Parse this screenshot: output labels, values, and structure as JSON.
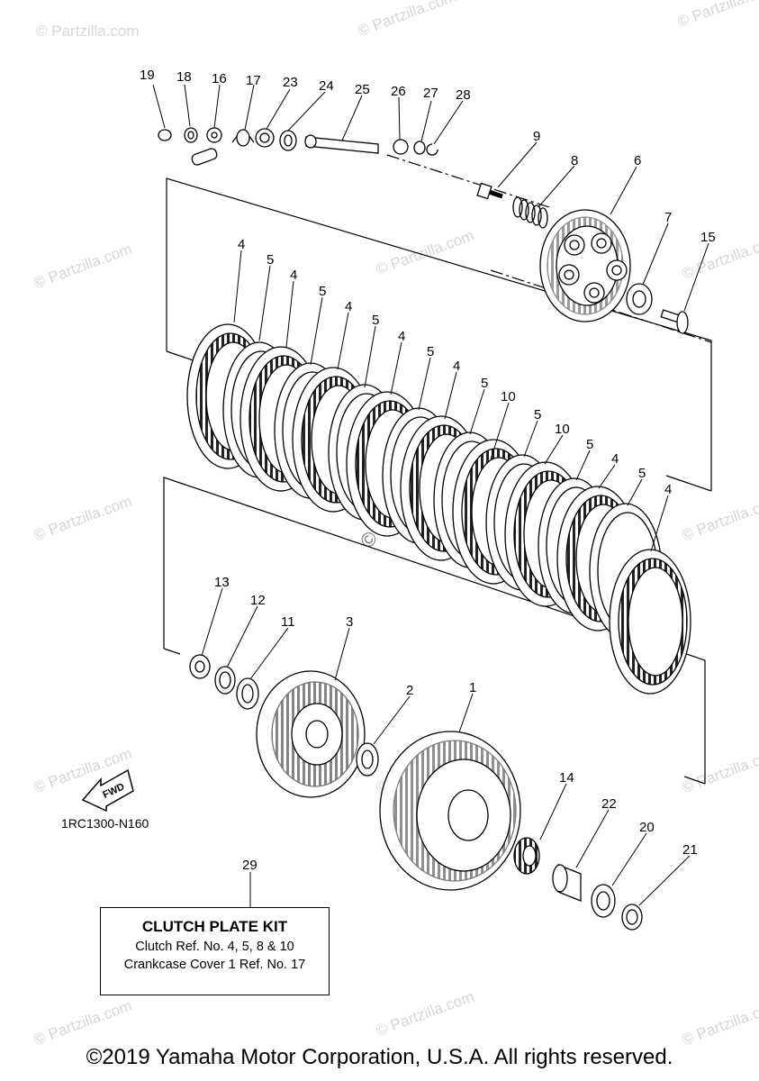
{
  "diagram": {
    "diagram_code": "1RC1300-N160",
    "direction_label": "FWD",
    "watermark": "© Partzilla.com",
    "copyright": "©2019 Yamaha Motor Corporation, U.S.A. All rights reserved.",
    "kit": {
      "ref": "29",
      "title": "CLUTCH PLATE KIT",
      "line1": "Clutch Ref. No. 4, 5, 8 & 10",
      "line2": "Crankcase Cover 1 Ref. No. 17"
    },
    "callouts": {
      "c19": "19",
      "c18": "18",
      "c16": "16",
      "c17": "17",
      "c23": "23",
      "c24": "24",
      "c25": "25",
      "c26": "26",
      "c27": "27",
      "c28": "28",
      "c9": "9",
      "c8": "8",
      "c6": "6",
      "c7": "7",
      "c15": "15",
      "c13": "13",
      "c12": "12",
      "c11": "11",
      "c3": "3",
      "c2": "2",
      "c1": "1",
      "c14": "14",
      "c22": "22",
      "c20": "20",
      "c21": "21",
      "s4a": "4",
      "s5a": "5",
      "s4b": "4",
      "s5b": "5",
      "s4c": "4",
      "s5c": "5",
      "s4d": "4",
      "s5d": "5",
      "s4e": "4",
      "s5e": "5",
      "s10a": "10",
      "s5f": "5",
      "s10b": "10",
      "s5g": "5",
      "s4f": "4",
      "s5h": "5",
      "s4g": "4"
    }
  }
}
